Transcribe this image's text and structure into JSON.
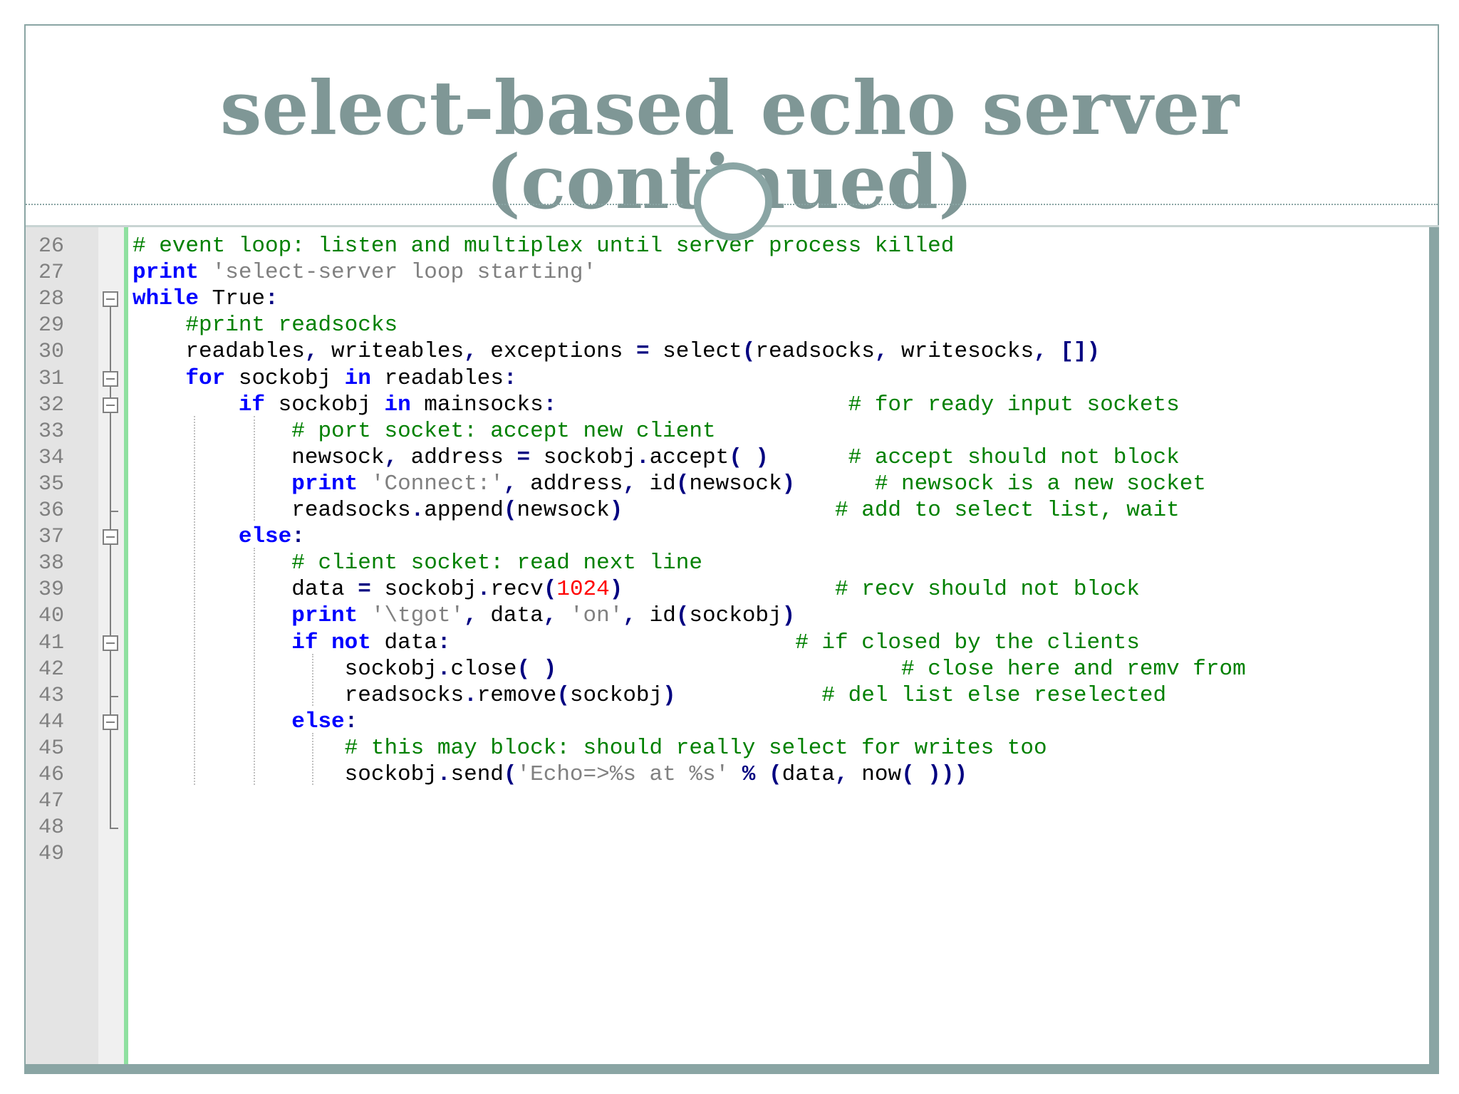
{
  "slide": {
    "title": "select-based echo server (continued)"
  },
  "editor": {
    "lines": [
      {
        "num": "26",
        "segments": [
          {
            "t": "# event loop: listen and multiplex until server process killed",
            "c": "cm"
          }
        ]
      },
      {
        "num": "27",
        "segments": [
          {
            "t": "print",
            "c": "kw"
          },
          {
            "t": " ",
            "c": ""
          },
          {
            "t": "'select-server loop starting'",
            "c": "st"
          }
        ]
      },
      {
        "num": "28",
        "segments": [
          {
            "t": "while",
            "c": "kw"
          },
          {
            "t": " True",
            "c": ""
          },
          {
            "t": ":",
            "c": "op"
          }
        ]
      },
      {
        "num": "29",
        "segments": [
          {
            "t": "    ",
            "c": ""
          },
          {
            "t": "#print readsocks",
            "c": "cm"
          }
        ]
      },
      {
        "num": "30",
        "segments": [
          {
            "t": "    readables",
            "c": ""
          },
          {
            "t": ",",
            "c": "op"
          },
          {
            "t": " writeables",
            "c": ""
          },
          {
            "t": ",",
            "c": "op"
          },
          {
            "t": " exceptions ",
            "c": ""
          },
          {
            "t": "=",
            "c": "op"
          },
          {
            "t": " select",
            "c": ""
          },
          {
            "t": "(",
            "c": "op"
          },
          {
            "t": "readsocks",
            "c": ""
          },
          {
            "t": ",",
            "c": "op"
          },
          {
            "t": " writesocks",
            "c": ""
          },
          {
            "t": ",",
            "c": "op"
          },
          {
            "t": " ",
            "c": ""
          },
          {
            "t": "[])",
            "c": "op"
          }
        ]
      },
      {
        "num": "31",
        "segments": [
          {
            "t": "    ",
            "c": ""
          },
          {
            "t": "for",
            "c": "kw"
          },
          {
            "t": " sockobj ",
            "c": ""
          },
          {
            "t": "in",
            "c": "kw"
          },
          {
            "t": " readables",
            "c": ""
          },
          {
            "t": ":",
            "c": "op"
          }
        ]
      },
      {
        "num": "32",
        "segments": [
          {
            "t": "        ",
            "c": ""
          },
          {
            "t": "if",
            "c": "kw"
          },
          {
            "t": " sockobj ",
            "c": ""
          },
          {
            "t": "in",
            "c": "kw"
          },
          {
            "t": " mainsocks",
            "c": ""
          },
          {
            "t": ":",
            "c": "op"
          },
          {
            "t": "                      ",
            "c": ""
          },
          {
            "t": "# for ready input sockets",
            "c": "cm"
          }
        ]
      },
      {
        "num": "33",
        "segments": [
          {
            "t": "            ",
            "c": ""
          },
          {
            "t": "# port socket: accept new client",
            "c": "cm"
          }
        ]
      },
      {
        "num": "34",
        "segments": [
          {
            "t": "            newsock",
            "c": ""
          },
          {
            "t": ",",
            "c": "op"
          },
          {
            "t": " address ",
            "c": ""
          },
          {
            "t": "=",
            "c": "op"
          },
          {
            "t": " sockobj",
            "c": ""
          },
          {
            "t": ".",
            "c": "op"
          },
          {
            "t": "accept",
            "c": ""
          },
          {
            "t": "(",
            "c": "op"
          },
          {
            "t": " ",
            "c": ""
          },
          {
            "t": ")",
            "c": "op"
          },
          {
            "t": "      ",
            "c": ""
          },
          {
            "t": "# accept should not block",
            "c": "cm"
          }
        ]
      },
      {
        "num": "35",
        "segments": [
          {
            "t": "            ",
            "c": ""
          },
          {
            "t": "print",
            "c": "kw"
          },
          {
            "t": " ",
            "c": ""
          },
          {
            "t": "'Connect:'",
            "c": "st"
          },
          {
            "t": ",",
            "c": "op"
          },
          {
            "t": " address",
            "c": ""
          },
          {
            "t": ",",
            "c": "op"
          },
          {
            "t": " id",
            "c": ""
          },
          {
            "t": "(",
            "c": "op"
          },
          {
            "t": "newsock",
            "c": ""
          },
          {
            "t": ")",
            "c": "op"
          },
          {
            "t": "      ",
            "c": ""
          },
          {
            "t": "# newsock is a new socket",
            "c": "cm"
          }
        ]
      },
      {
        "num": "36",
        "segments": [
          {
            "t": "            readsocks",
            "c": ""
          },
          {
            "t": ".",
            "c": "op"
          },
          {
            "t": "append",
            "c": ""
          },
          {
            "t": "(",
            "c": "op"
          },
          {
            "t": "newsock",
            "c": ""
          },
          {
            "t": ")",
            "c": "op"
          },
          {
            "t": "                ",
            "c": ""
          },
          {
            "t": "# add to select list, wait",
            "c": "cm"
          }
        ]
      },
      {
        "num": "37",
        "segments": [
          {
            "t": "        ",
            "c": ""
          },
          {
            "t": "else",
            "c": "kw"
          },
          {
            "t": ":",
            "c": "op"
          }
        ]
      },
      {
        "num": "38",
        "segments": [
          {
            "t": "            ",
            "c": ""
          },
          {
            "t": "# client socket: read next line",
            "c": "cm"
          }
        ]
      },
      {
        "num": "39",
        "segments": [
          {
            "t": "            data ",
            "c": ""
          },
          {
            "t": "=",
            "c": "op"
          },
          {
            "t": " sockobj",
            "c": ""
          },
          {
            "t": ".",
            "c": "op"
          },
          {
            "t": "recv",
            "c": ""
          },
          {
            "t": "(",
            "c": "op"
          },
          {
            "t": "1024",
            "c": "nm"
          },
          {
            "t": ")",
            "c": "op"
          },
          {
            "t": "                ",
            "c": ""
          },
          {
            "t": "# recv should not block",
            "c": "cm"
          }
        ]
      },
      {
        "num": "40",
        "segments": [
          {
            "t": "            ",
            "c": ""
          },
          {
            "t": "print",
            "c": "kw"
          },
          {
            "t": " ",
            "c": ""
          },
          {
            "t": "'\\tgot'",
            "c": "st"
          },
          {
            "t": ",",
            "c": "op"
          },
          {
            "t": " data",
            "c": ""
          },
          {
            "t": ",",
            "c": "op"
          },
          {
            "t": " ",
            "c": ""
          },
          {
            "t": "'on'",
            "c": "st"
          },
          {
            "t": ",",
            "c": "op"
          },
          {
            "t": " id",
            "c": ""
          },
          {
            "t": "(",
            "c": "op"
          },
          {
            "t": "sockobj",
            "c": ""
          },
          {
            "t": ")",
            "c": "op"
          }
        ]
      },
      {
        "num": "41",
        "segments": [
          {
            "t": "            ",
            "c": ""
          },
          {
            "t": "if",
            "c": "kw"
          },
          {
            "t": " ",
            "c": ""
          },
          {
            "t": "not",
            "c": "kw"
          },
          {
            "t": " data",
            "c": ""
          },
          {
            "t": ":",
            "c": "op"
          },
          {
            "t": "                          ",
            "c": ""
          },
          {
            "t": "# if closed by the clients",
            "c": "cm"
          }
        ]
      },
      {
        "num": "42",
        "segments": [
          {
            "t": "                sockobj",
            "c": ""
          },
          {
            "t": ".",
            "c": "op"
          },
          {
            "t": "close",
            "c": ""
          },
          {
            "t": "(",
            "c": "op"
          },
          {
            "t": " ",
            "c": ""
          },
          {
            "t": ")",
            "c": "op"
          },
          {
            "t": "                          ",
            "c": ""
          },
          {
            "t": "# close here and remv from",
            "c": "cm"
          }
        ]
      },
      {
        "num": "43",
        "segments": [
          {
            "t": "                readsocks",
            "c": ""
          },
          {
            "t": ".",
            "c": "op"
          },
          {
            "t": "remove",
            "c": ""
          },
          {
            "t": "(",
            "c": "op"
          },
          {
            "t": "sockobj",
            "c": ""
          },
          {
            "t": ")",
            "c": "op"
          },
          {
            "t": "           ",
            "c": ""
          },
          {
            "t": "# del list else reselected",
            "c": "cm"
          }
        ]
      },
      {
        "num": "44",
        "segments": [
          {
            "t": "            ",
            "c": ""
          },
          {
            "t": "else",
            "c": "kw"
          },
          {
            "t": ":",
            "c": "op"
          }
        ]
      },
      {
        "num": "45",
        "segments": [
          {
            "t": "                ",
            "c": ""
          },
          {
            "t": "# this may block: should really select for writes too",
            "c": "cm"
          }
        ]
      },
      {
        "num": "46",
        "segments": [
          {
            "t": "                sockobj",
            "c": ""
          },
          {
            "t": ".",
            "c": "op"
          },
          {
            "t": "send",
            "c": ""
          },
          {
            "t": "(",
            "c": "op"
          },
          {
            "t": "'Echo=>%s at %s'",
            "c": "st"
          },
          {
            "t": " ",
            "c": ""
          },
          {
            "t": "%",
            "c": "op"
          },
          {
            "t": " ",
            "c": ""
          },
          {
            "t": "(",
            "c": "op"
          },
          {
            "t": "data",
            "c": ""
          },
          {
            "t": ",",
            "c": "op"
          },
          {
            "t": " now",
            "c": ""
          },
          {
            "t": "(",
            "c": "op"
          },
          {
            "t": " ",
            "c": ""
          },
          {
            "t": ")))",
            "c": "op"
          }
        ]
      },
      {
        "num": "47",
        "segments": []
      },
      {
        "num": "48",
        "segments": []
      },
      {
        "num": "49",
        "segments": []
      }
    ],
    "fold_boxes_at_lines": [
      "28",
      "31",
      "32",
      "37",
      "41",
      "44"
    ],
    "colors": {
      "keyword": "#0000ff",
      "comment": "#008000",
      "string": "#808080",
      "number": "#ff0000",
      "accent": "#8aa5a4"
    }
  }
}
